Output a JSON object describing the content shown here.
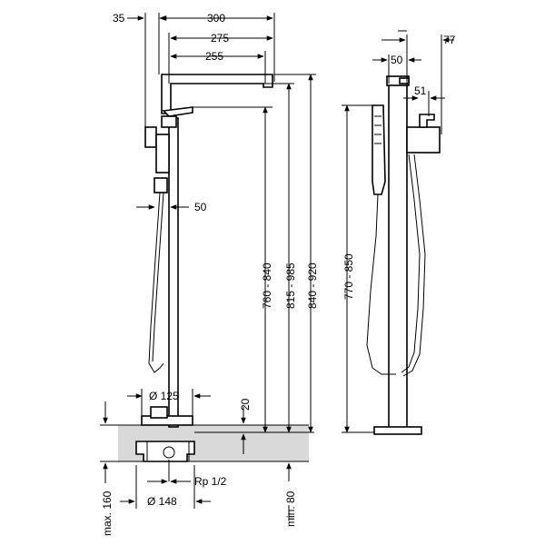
{
  "dimensions": {
    "offset_35": "35",
    "reach_300": "300",
    "reach_275": "275",
    "reach_255": "255",
    "width_50_left": "50",
    "height_760_840": "760 - 840",
    "height_815_985": "815 - 985",
    "height_840_920": "840 - 920",
    "base_125": "Ø 125",
    "base_20": "20",
    "max_160": "max. 160",
    "thread": "Rp 1/2",
    "base_148": "Ø 148",
    "min_80": "min. 80",
    "side_77": "77",
    "side_50": "50",
    "side_51": "51",
    "side_770_850": "770 - 850"
  }
}
